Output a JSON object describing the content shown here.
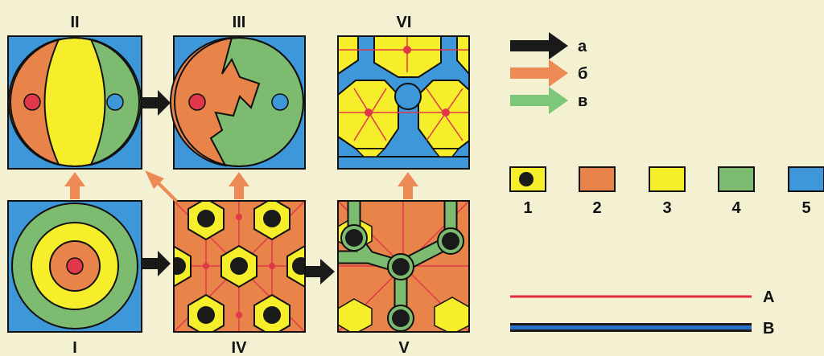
{
  "panels": {
    "I": "I",
    "II": "II",
    "III": "III",
    "IV": "IV",
    "V": "V",
    "VI": "VI"
  },
  "legend": {
    "arrows": [
      {
        "label": "а",
        "color": "#1a1a1a"
      },
      {
        "label": "б",
        "color": "#ee8a55"
      },
      {
        "label": "в",
        "color": "#7dc77b"
      }
    ],
    "swatches": [
      {
        "label": "1",
        "color": "#f6ee2a"
      },
      {
        "label": "2",
        "color": "#e8844a"
      },
      {
        "label": "3",
        "color": "#f6ee2a"
      },
      {
        "label": "4",
        "color": "#7dbb70"
      },
      {
        "label": "5",
        "color": "#3d97d8"
      }
    ],
    "lines": [
      {
        "label": "А",
        "color": "#e52b3a"
      },
      {
        "label": "В",
        "color": "#2a6fc8"
      }
    ]
  },
  "colors": {
    "blue": "#3d97d8",
    "yellow": "#f6ee2a",
    "orange": "#e8844a",
    "green": "#7dbb70",
    "red": "#e0384a",
    "dark": "#1a1a1a",
    "arrow_orange": "#ee8a55"
  }
}
